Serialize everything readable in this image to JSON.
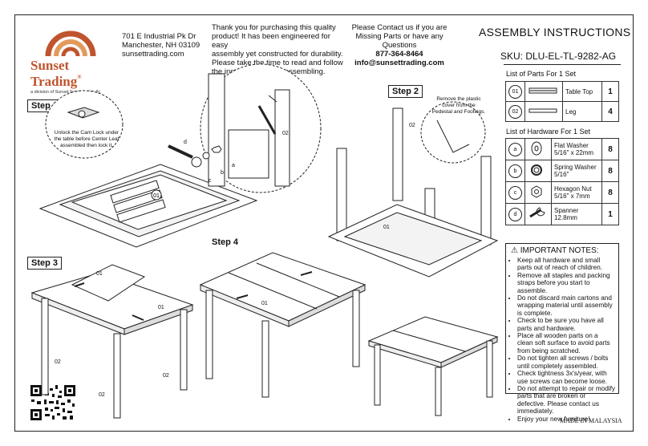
{
  "brand": {
    "name": "Sunset Trading",
    "trademark": "®",
    "subtitle": "a division of Sunset Furniture Int. llc"
  },
  "address": {
    "line1": "701 E Industrial Pk Dr",
    "line2": "Manchester, NH 03109",
    "line3": "sunsettrading.com"
  },
  "thanks": {
    "line1": "Thank you for purchasing this quality",
    "line2": "product! It has been engineered for easy",
    "line3": "assembly yet constructed for durability.",
    "line4": "Please take the time to read and follow",
    "line5": "the instructions while assembling."
  },
  "contact": {
    "line1": "Please Contact us if you are",
    "line2": "Missing Parts or have any Questions",
    "phone": "877-364-8464",
    "email": "info@sunsettrading.com"
  },
  "header": {
    "title": "ASSEMBLY INSTRUCTIONS",
    "sku": "SKU: DLU-EL-TL-9282-AG"
  },
  "steps": {
    "step1": "Step 1",
    "step2": "Step 2",
    "step3": "Step 3",
    "step4": "Step 4"
  },
  "callouts": {
    "step1_line1": "Unlock the Cam Lock under",
    "step1_line2": "the table before Center Leaf",
    "step1_line3": "assembled then lock it.",
    "step2_line1": "Remove the plastic",
    "step2_line2": "cover from the",
    "step2_line3": "Pedestal and Footings."
  },
  "tags": {
    "p01": "01",
    "p02": "02",
    "a": "a",
    "b": "b",
    "c": "c",
    "d": "d"
  },
  "parts": {
    "heading": "List of Parts For 1 Set",
    "rows": [
      {
        "code": "01",
        "name": "Table Top",
        "qty": "1"
      },
      {
        "code": "02",
        "name": "Leg",
        "qty": "4"
      }
    ]
  },
  "hardware": {
    "heading": "List of Hardware For 1 Set",
    "rows": [
      {
        "code": "a",
        "name": "Flat Washer",
        "spec": "5/16\" x 22mm",
        "qty": "8"
      },
      {
        "code": "b",
        "name": "Spring Washer",
        "spec": "5/16\"",
        "qty": "8"
      },
      {
        "code": "c",
        "name": "Hexagon Nut",
        "spec": "5/16\" x 7mm",
        "qty": "8"
      },
      {
        "code": "d",
        "name": "Spanner",
        "spec": "12.8mm",
        "qty": "1"
      }
    ]
  },
  "notes": {
    "title": "IMPORTANT NOTES:",
    "items": [
      "Keep all hardware and small parts out of reach of children.",
      "Remove all staples and packing straps before you start to assemble.",
      "Do not discard main cartons and wrapping material until assembly is complete.",
      "Check to be sure you have all parts and hardware.",
      "Place all wooden parts on a clean soft surface to avoid parts from being scratched.",
      "Do not tighten all screws / bolts until completely assembled.",
      "Check tightness 3x's/year, with use screws can become loose.",
      "Do not attempt to repair or modify parts that are broken or defective. Please contact us immediately.",
      "Enjoy your new furniture!"
    ]
  },
  "footer": {
    "made_in": "MADE IN MALAYSIA"
  },
  "colors": {
    "brand": "#c0542e",
    "brand_light": "#e29a5c",
    "ink": "#111111"
  }
}
